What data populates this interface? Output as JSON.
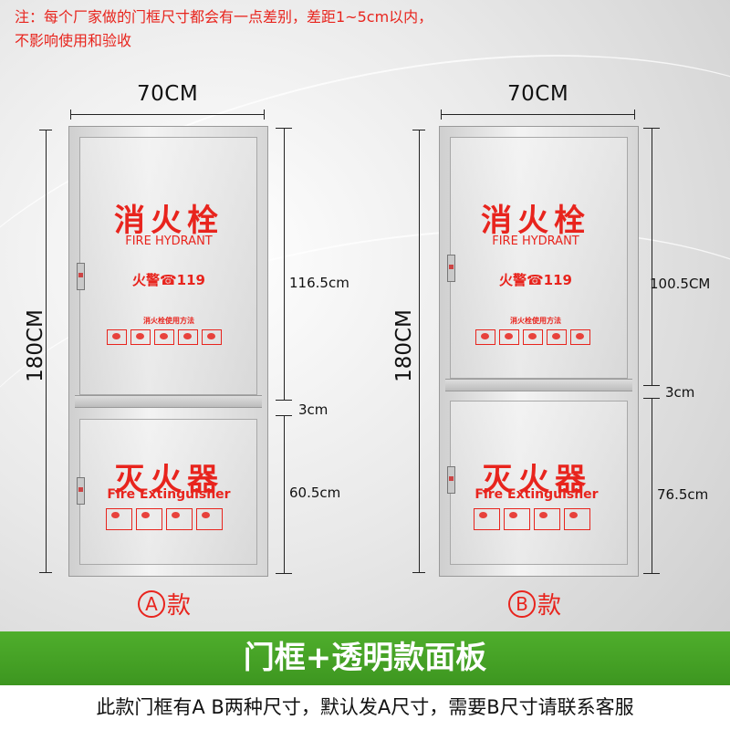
{
  "note": {
    "line1": "注：每个厂家做的门框尺寸都会有一点差别，差距1~5cm以内，",
    "line2": "不影响使用和验收"
  },
  "door_a": {
    "width_label": "70CM",
    "height_label": "180CM",
    "upper_label": "116.5cm",
    "gap_label": "3cm",
    "lower_label": "60.5cm",
    "upper_title_cn": "消火栓",
    "upper_title_en": "FIRE HYDRANT",
    "phone": "火警☎119",
    "usage_title": "消火栓使用方法",
    "lower_title_cn": "灭火器",
    "lower_title_en": "Fire Extinguisher",
    "variant_letter": "A",
    "variant_suffix": "款"
  },
  "door_b": {
    "width_label": "70CM",
    "height_label": "180CM",
    "upper_label": "100.5CM",
    "gap_label": "3cm",
    "lower_label": "76.5cm",
    "upper_title_cn": "消火栓",
    "upper_title_en": "FIRE HYDRANT",
    "phone": "火警☎119",
    "usage_title": "消火栓使用方法",
    "lower_title_cn": "灭火器",
    "lower_title_en": "Fire Extinguisher",
    "variant_letter": "B",
    "variant_suffix": "款"
  },
  "banner": {
    "title": "门框+透明款面板"
  },
  "footer": {
    "text": "此款门框有A B两种尺寸，默认发A尺寸，需要B尺寸请联系客服"
  },
  "colors": {
    "accent_red": "#e8241d",
    "banner_green": "#46a326"
  }
}
